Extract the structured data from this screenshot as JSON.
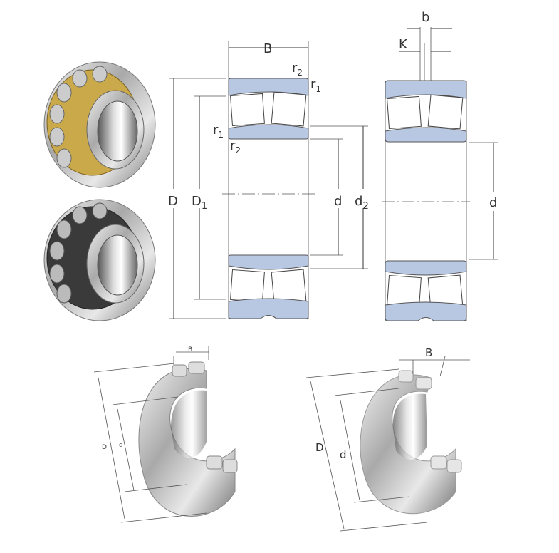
{
  "title": "Spherical roller bearing dimensions",
  "section_drawing": {
    "labels": {
      "B": "B",
      "r2_top": "r",
      "r1_top": "r",
      "r1_left": "r",
      "r2_left": "r",
      "D": "D",
      "D1": "D",
      "d": "d",
      "d2": "d",
      "sub1": "1",
      "sub2": "2"
    }
  },
  "lubrication_drawing": {
    "labels": {
      "K": "K",
      "b": "b",
      "d": "d"
    }
  },
  "photo_left": {
    "labels": {
      "B": "B",
      "D": "D",
      "d": "d"
    }
  },
  "photo_right": {
    "labels": {
      "B": "B",
      "D": "D",
      "d": "d"
    }
  },
  "colors": {
    "ring": "#b9c8e2",
    "brass_cage": "#c9a94a",
    "steel_cage": "#3a3a3a"
  }
}
